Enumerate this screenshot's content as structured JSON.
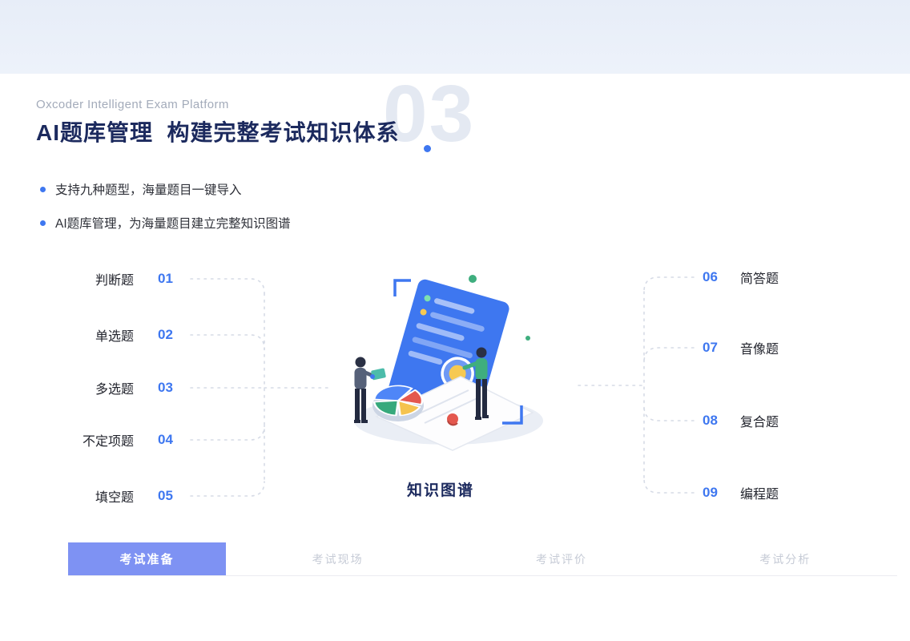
{
  "header": {
    "platform": "Oxcoder Intelligent Exam Platform",
    "title": "AI题库管理  构建完整考试知识体系",
    "section_number": "03"
  },
  "bullets": [
    "支持九种题型，海量题目一键导入",
    "AI题库管理，为海量题目建立完整知识图谱"
  ],
  "question_types_left": [
    {
      "label": "判断题",
      "num": "01"
    },
    {
      "label": "单选题",
      "num": "02"
    },
    {
      "label": "多选题",
      "num": "03"
    },
    {
      "label": "不定项题",
      "num": "04"
    },
    {
      "label": "填空题",
      "num": "05"
    }
  ],
  "question_types_right": [
    {
      "num": "06",
      "label": "简答题"
    },
    {
      "num": "07",
      "label": "音像题"
    },
    {
      "num": "08",
      "label": "复合题"
    },
    {
      "num": "09",
      "label": "编程题"
    }
  ],
  "illustration": {
    "caption": "知识图谱"
  },
  "footer_tabs": [
    {
      "label": "考试准备",
      "active": true
    },
    {
      "label": "考试现场",
      "active": false
    },
    {
      "label": "考试评价",
      "active": false
    },
    {
      "label": "考试分析",
      "active": false
    }
  ],
  "colors": {
    "accent_blue": "#3e77f0",
    "active_tab_bg": "#7e92f3",
    "title_navy": "#1c2a5e",
    "watermark_gray": "#e4e9f2"
  }
}
